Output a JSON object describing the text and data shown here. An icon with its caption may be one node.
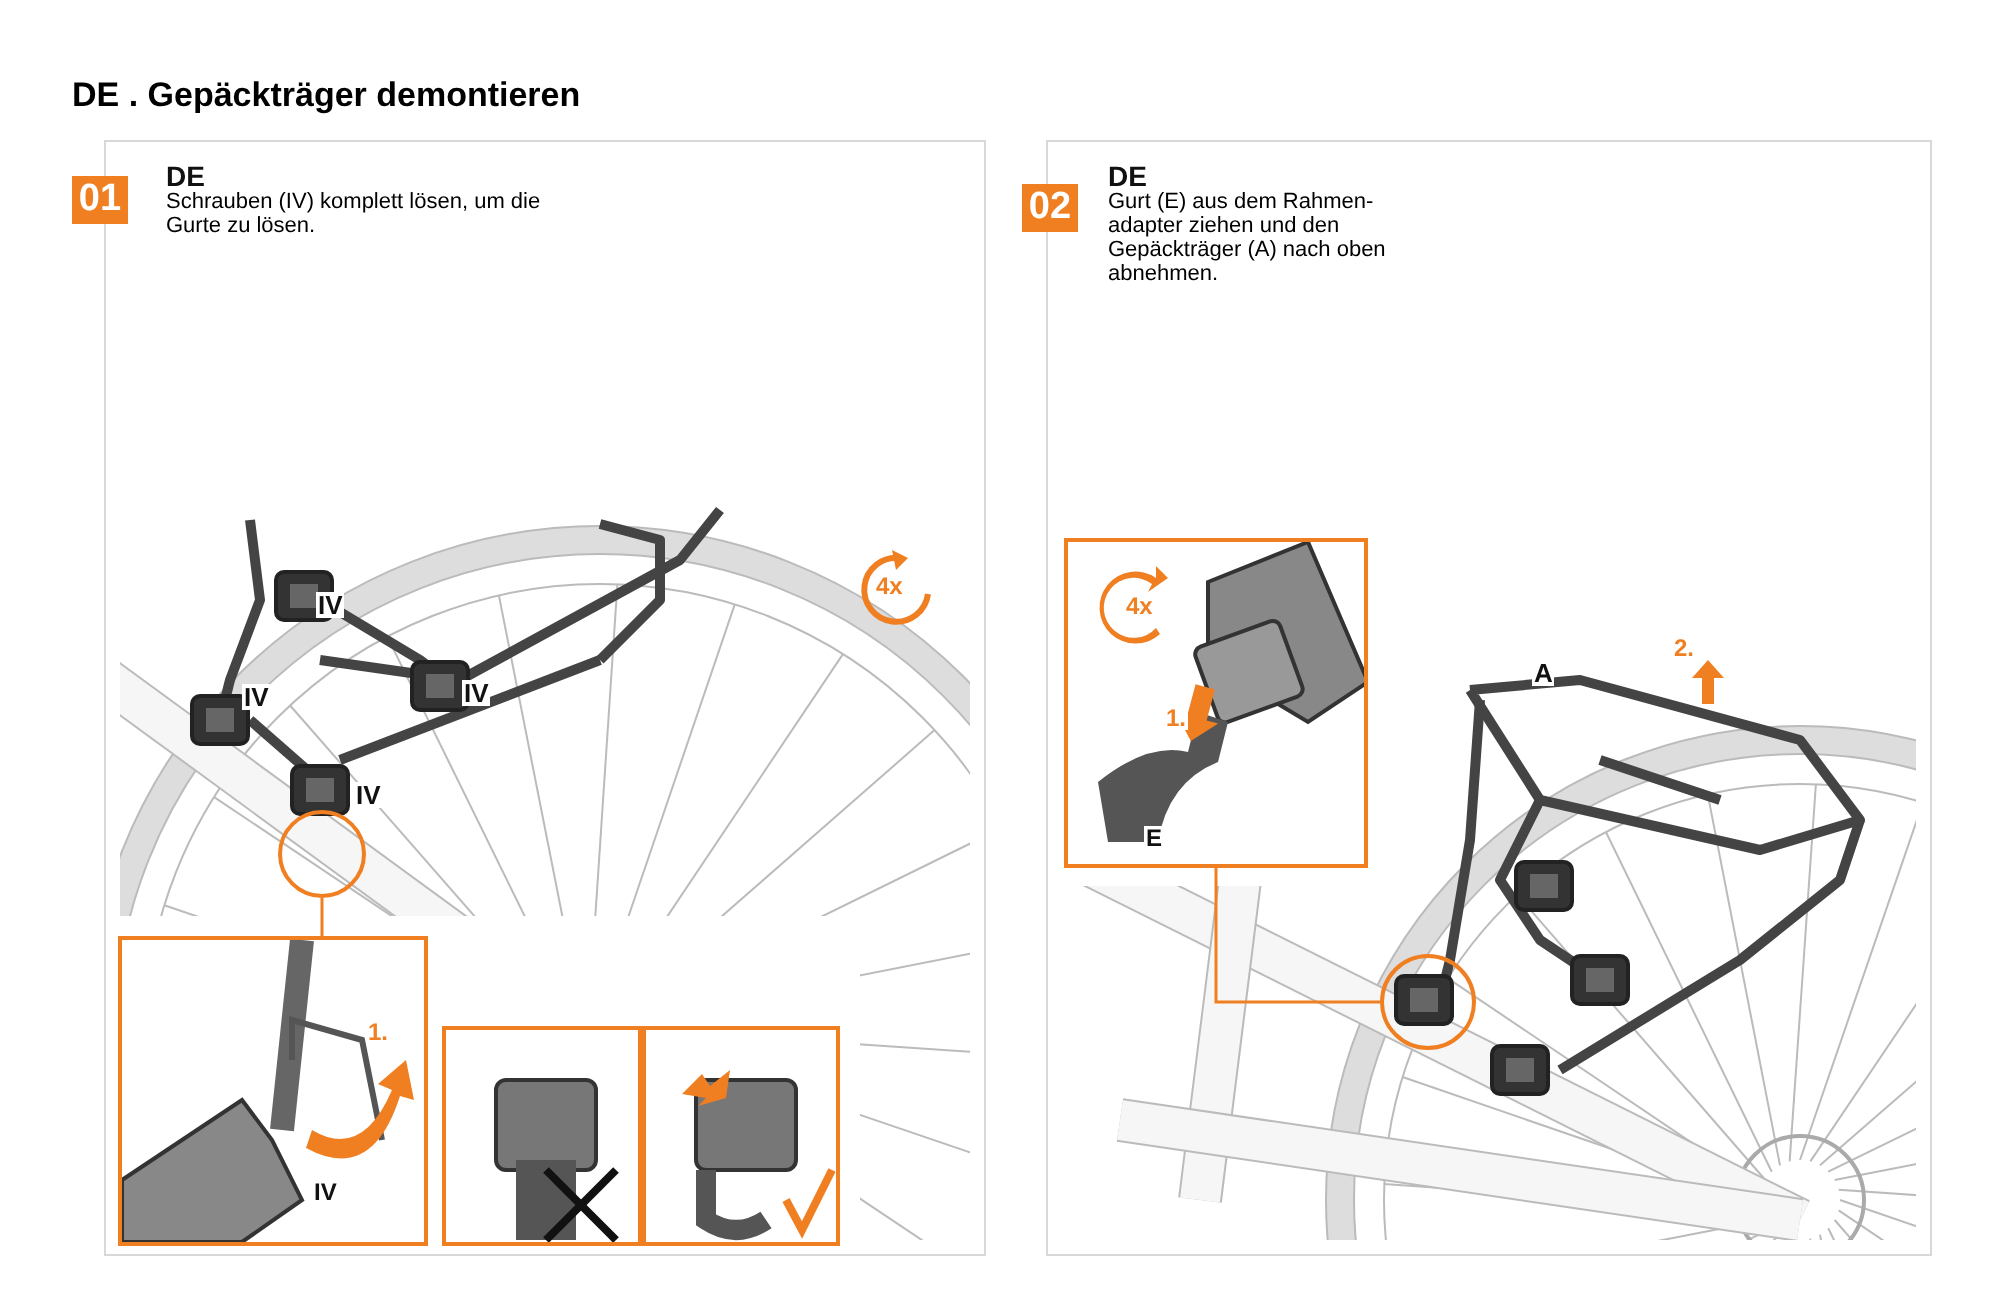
{
  "diagram": {
    "title": "DE . Gepäckträger demontieren",
    "nodes": [
      {
        "text": [
          "DE",
          "Schrauben (IV) komplett lösen, um die Gurte zu lösen."
        ]
      },
      {
        "text": [
          "01"
        ]
      },
      {
        "text": [],
        "shape": "circle",
        "in": 0
      },
      {
        "text": [
          "1.",
          "IV"
        ],
        "in": 0
      },
      {
        "text": [],
        "shape": "box",
        "in": 0
      },
      {
        "text": [],
        "shape": "box",
        "in": 0
      },
      {
        "text": [
          "DE",
          "Gurt (E) aus dem Rahmen- adapter ziehen und den Gepäckträger (A) nach oben abnehmen."
        ]
      },
      {
        "text": [
          "02"
        ]
      },
      {
        "text": [
          "4x",
          "1.",
          "E"
        ],
        "in": 6
      },
      {
        "text": [],
        "shape": "circle",
        "in": 6
      }
    ],
    "edges": [
      {
        "from": 2,
        "to": 3,
        "arrow": "none"
      },
      {
        "from": 9,
        "to": 8,
        "arrow": "none"
      }
    ],
    "labels": [
      "IV",
      "IV",
      "IV",
      "IV",
      "4x",
      "A",
      "2."
    ]
  }
}
